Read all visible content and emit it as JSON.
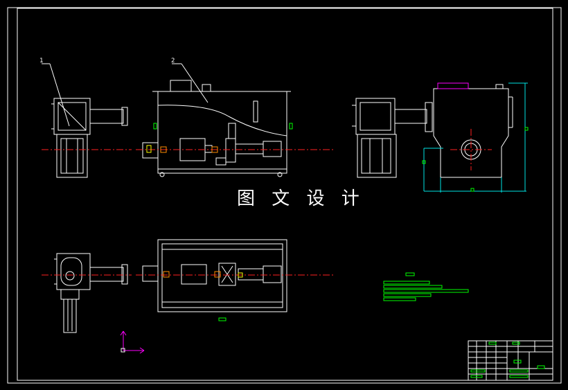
{
  "drawing": {
    "watermark_text": "图 文 设 计",
    "callouts": [
      "1",
      "2"
    ]
  },
  "colors": {
    "background": "#000000",
    "line": "#ffffff",
    "centerline": "#ff2020",
    "dimension": "#00e5e5",
    "note": "#00ff00",
    "ucs": "#ff00ff",
    "orange": "#ff8c00",
    "yellow": "#ffff00"
  }
}
